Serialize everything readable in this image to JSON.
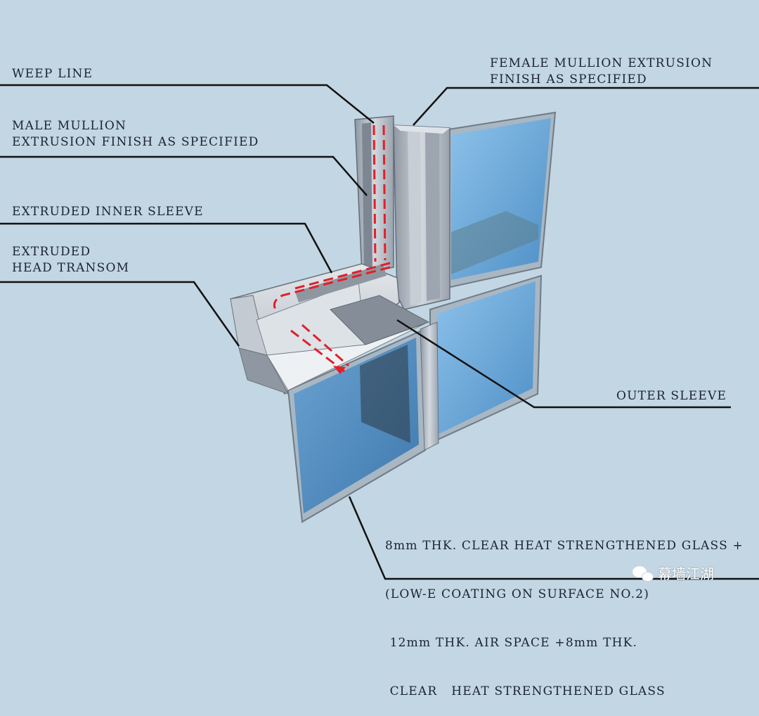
{
  "labels": {
    "weep_line": "WEEP LINE",
    "male_mullion": [
      "MALE MULLION",
      "EXTRUSION FINISH AS SPECIFIED"
    ],
    "extruded_inner_sleeve": "EXTRUDED INNER SLEEVE",
    "extruded_head_transom": [
      "EXTRUDED",
      "HEAD TRANSOM"
    ],
    "female_mullion": [
      "FEMALE MULLION EXTRUSION",
      "FINISH AS SPECIFIED"
    ],
    "outer_sleeve": "OUTER SLEEVE",
    "glass_spec": [
      "8mm THK. CLEAR HEAT STRENGTHENED GLASS +",
      "(LOW-E COATING ON SURFACE NO.2)",
      " 12mm THK. AIR SPACE +8mm THK.",
      " CLEAR   HEAT STRENGTHENED GLASS"
    ]
  },
  "watermark": {
    "text": "幕墙江湖",
    "icon": "wechat-icon"
  },
  "colors": {
    "background": "#c2d6e3",
    "glass": "#6aa6d6",
    "aluminium": "#b8c0c8",
    "weep_path": "#e0202a",
    "leader": "#111111"
  }
}
